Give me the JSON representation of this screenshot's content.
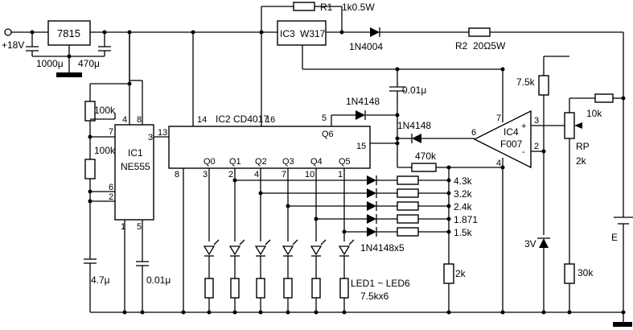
{
  "supply": {
    "voltage": "+18V"
  },
  "parts": {
    "reg_7815": "7815",
    "c_1000": "1000μ",
    "c_470": "470μ",
    "r1": "R1",
    "r1_val": "1k0.5W",
    "ic3": "IC3",
    "ic3_part": "W317",
    "d_1n4004": "1N4004",
    "r2": "R2",
    "r2_val": "20Ω5W",
    "r_100k_a": "100k",
    "r_100k_b": "100k",
    "ic1": "IC1",
    "ic1_part": "NE555",
    "c_47": "4.7μ",
    "c_001_a": "0.01μ",
    "ic2": "IC2",
    "ic2_part": "CD4017",
    "d_1n4148_a": "1N4148",
    "d_1n4148_b": "1N4148",
    "c_001_b": "0.01μ",
    "r_470k": "470k",
    "ic4": "IC4",
    "ic4_part": "F007",
    "r_75k": "7.5k",
    "r_10k": "10k",
    "rp": "RP",
    "rp_val": "2k",
    "z_3v": "3V",
    "r_30k": "30k",
    "batt": "E",
    "r_2k": "2k",
    "r_43k": "4.3k",
    "r_32k": "3.2k",
    "r_24k": "2.4k",
    "r_1871": "1.871",
    "r_15k": "1.5k",
    "d_group": "1N4148x5",
    "led_group": "LED1 ~ LED6",
    "led_res": "7.5kx6"
  },
  "pins": {
    "p4": "4",
    "p8": "8",
    "p7": "7",
    "p3": "3",
    "p6": "6",
    "p2": "2",
    "p1": "1",
    "p5": "5",
    "p13": "13",
    "p14": "14",
    "p16": "16",
    "p8b": "8",
    "p15": "15",
    "q0": "Q0",
    "q1": "Q1",
    "q2": "Q2",
    "q3": "Q3",
    "q4": "Q4",
    "q5": "Q5",
    "q6": "Q6",
    "q0n": "3",
    "q1n": "2",
    "q2n": "4",
    "q3n": "7",
    "q4n": "10",
    "q5n": "1",
    "q6n": "5",
    "op7": "7",
    "op6": "6",
    "op3": "3",
    "op2": "2",
    "op4": "4",
    "op_plus": "+",
    "op_minus": "-"
  }
}
